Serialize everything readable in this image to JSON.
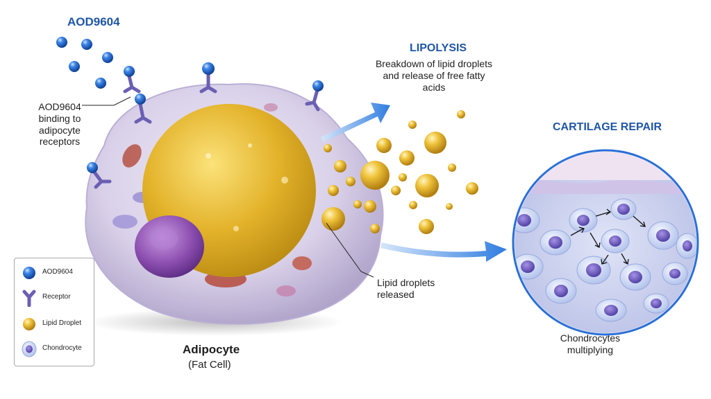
{
  "labels": {
    "aod_title": "AOD9604",
    "lipolysis_title": "LIPOLYSIS",
    "lipolysis_desc": "Breakdown of lipid droplets and release of free fatty acids",
    "cartilage_title": "CARTILAGE REPAIR",
    "binding_label": "AOD9604 binding to adipocyte receptors",
    "droplets_label": "Lipid droplets released",
    "cell_name": "Adipocyte",
    "cell_subname": "(Fat Cell)",
    "chondro_label": "Chondrocytes multiplying"
  },
  "legend": {
    "items": [
      {
        "label": "AOD9604",
        "icon": "aod-sphere-icon"
      },
      {
        "label": "Receptor",
        "icon": "receptor-icon"
      },
      {
        "label": "Lipid Droplet",
        "icon": "lipid-droplet-icon"
      },
      {
        "label": "Chondrocyte",
        "icon": "chondrocyte-icon"
      }
    ]
  },
  "colors": {
    "title_blue": "#1f56a6",
    "aod_blue": "#2a6fd6",
    "receptor_purple": "#6b5fb3",
    "lipid_gold": "#e8b92e",
    "nucleus_purple": "#8d4fb0",
    "arrow_blue": "#3a86e0"
  }
}
